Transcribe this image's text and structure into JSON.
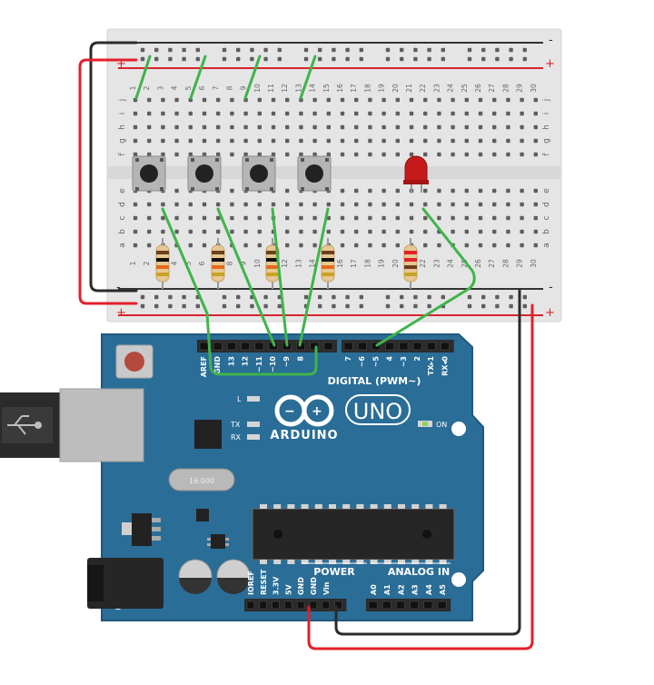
{
  "breadboard": {
    "rail_neg": "-",
    "rail_pos": "+",
    "columns": [
      "1",
      "2",
      "3",
      "4",
      "5",
      "6",
      "7",
      "8",
      "9",
      "10",
      "11",
      "12",
      "13",
      "14",
      "15",
      "16",
      "17",
      "18",
      "19",
      "20",
      "21",
      "22",
      "23",
      "24",
      "25",
      "26",
      "27",
      "28",
      "29",
      "30"
    ],
    "rows_top": [
      "j",
      "i",
      "h",
      "g",
      "f"
    ],
    "rows_bottom": [
      "e",
      "d",
      "c",
      "b",
      "a"
    ]
  },
  "arduino": {
    "brand": "ARDUINO",
    "model": "UNO",
    "on_label": "ON",
    "digital_label": "DIGITAL (PWM~)",
    "power_label": "POWER",
    "analog_label": "ANALOG IN",
    "led_l": "L",
    "led_tx": "TX",
    "led_rx": "RX",
    "crystal": "16.000",
    "header_top_left": [
      "AREF",
      "GND",
      "13",
      "12",
      "~11",
      "~10",
      "~9",
      "8"
    ],
    "header_top_right": [
      "7",
      "~6",
      "~5",
      "4",
      "~3",
      "2",
      "TX▸1",
      "RX◂0"
    ],
    "header_power": [
      "IOREF",
      "RESET",
      "3.3V",
      "5V",
      "GND",
      "GND",
      "Vin"
    ],
    "header_analog": [
      "A0",
      "A1",
      "A2",
      "A3",
      "A4",
      "A5"
    ]
  },
  "colors": {
    "board": "#2a6d97",
    "board_edge": "#1f587c",
    "breadboard": "#e6e6e6",
    "wire_green": "#3fb44a",
    "wire_red": "#e2202a",
    "wire_black": "#2b2b2b",
    "led_red": "#c51a1a"
  },
  "icons": {
    "usb": "usb-icon",
    "reset": "reset-button",
    "arduino_logo": "infinity-logo-icon"
  }
}
